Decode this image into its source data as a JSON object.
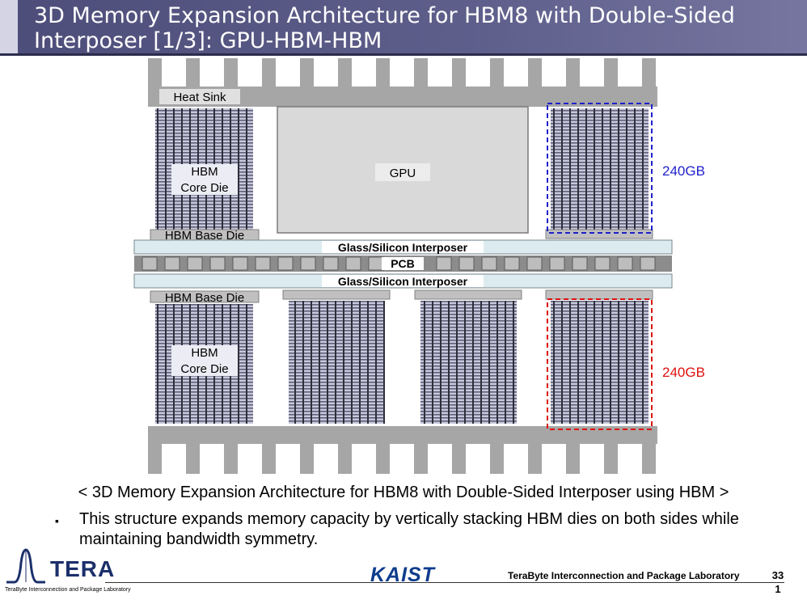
{
  "slide": {
    "title": "3D Memory Expansion Architecture for HBM8 with Double-Sided Interposer [1/3]: GPU-HBM-HBM",
    "caption": "< 3D Memory Expansion Architecture for HBM8 with Double-Sided Interposer using HBM >",
    "bullet": "This structure expands memory capacity by vertically stacking HBM dies on both sides while maintaining bandwidth symmetry.",
    "bullet_marker": "▪"
  },
  "diagram": {
    "heat_sink": "Heat Sink",
    "gpu": "GPU",
    "hbm_core_die": [
      "HBM",
      "Core Die"
    ],
    "hbm_base_die": "HBM Base Die",
    "interposer_top": "Glass/Silicon Interposer",
    "pcb": "PCB",
    "interposer_bottom": "Glass/Silicon Interposer",
    "capacity_top": "240GB",
    "capacity_bottom": "240GB",
    "colors": {
      "heat_sink": "#a6a6a6",
      "gpu": "#d9d9d9",
      "hbm_stack": "#c8c8dc",
      "interposer": "#dcebf0",
      "pcb": "#8c8c8c",
      "highlight_top": "#1f1fcc",
      "highlight_bottom": "#dd1111"
    }
  },
  "footer": {
    "logo_text": "TERA",
    "logo_subtitle": "TeraByte Interconnection and Package Laboratory",
    "center_logo": "KAIST",
    "lab_name": "TeraByte Interconnection and Package Laboratory",
    "page_number": "33\n1"
  }
}
